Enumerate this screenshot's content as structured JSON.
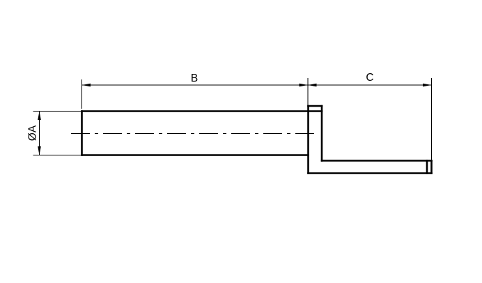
{
  "drawing": {
    "type": "engineering-dimension-drawing",
    "part": "z-shaped offset pin, side view",
    "labels": {
      "diameter_a": "ØA",
      "length_b": "B",
      "length_c": "C"
    },
    "colors": {
      "line": "#000000",
      "background": "#ffffff"
    }
  }
}
